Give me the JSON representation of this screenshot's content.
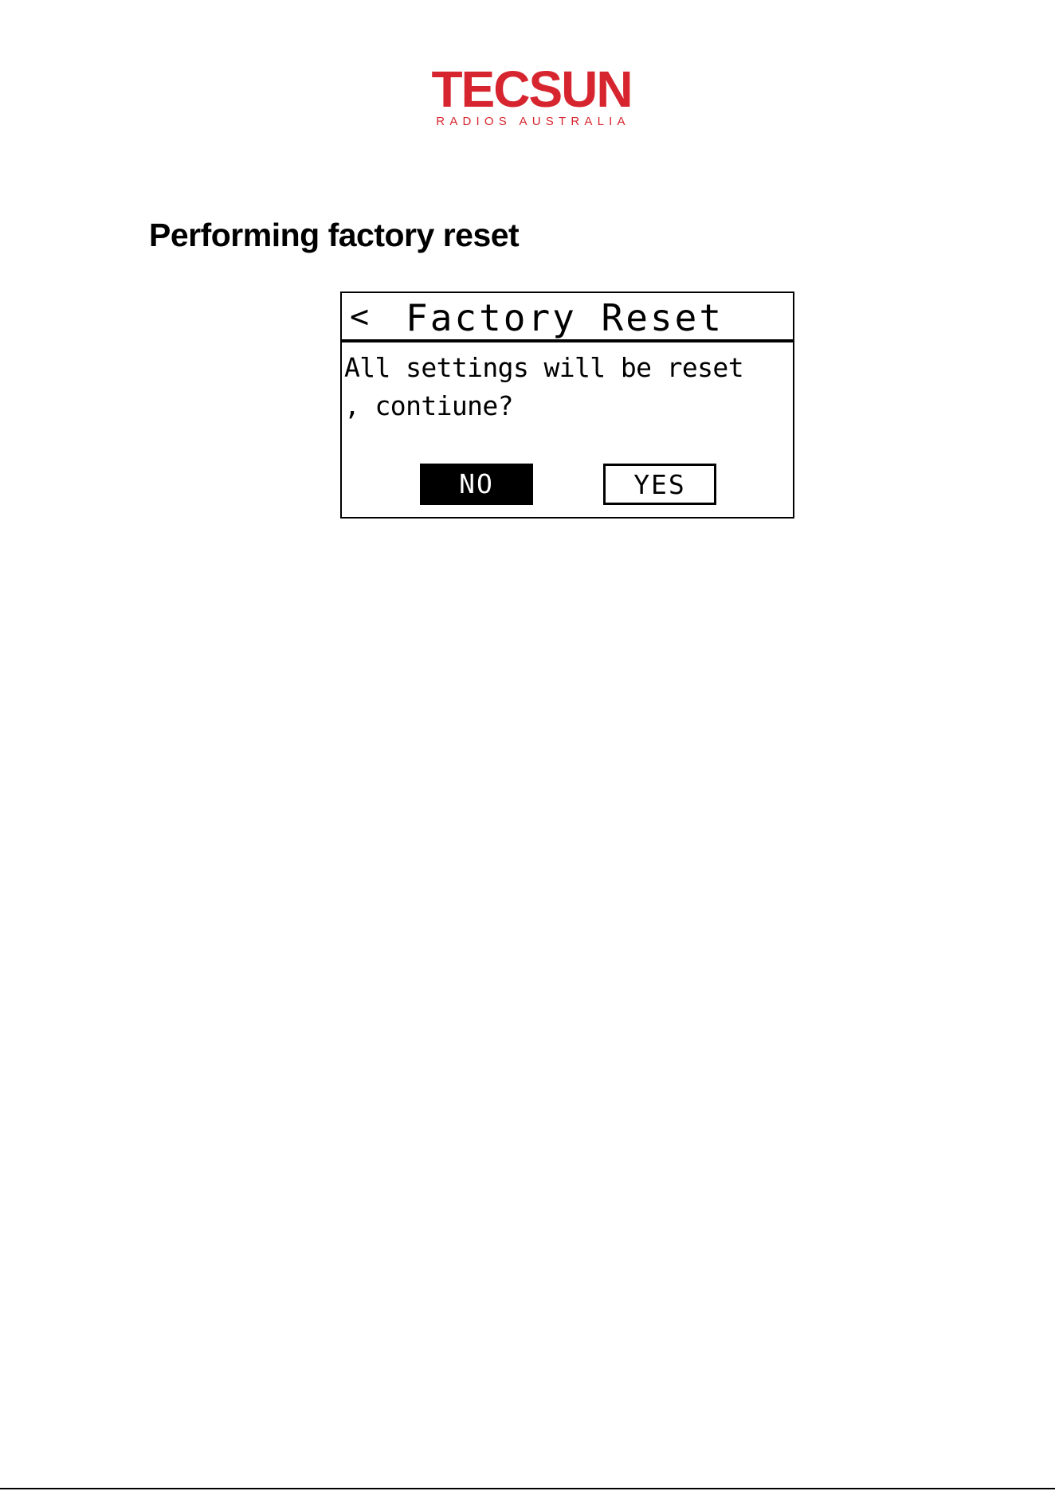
{
  "logo": {
    "brand": "TECSUN",
    "tagline": "RADIOS AUSTRALIA",
    "color": "#d7252f"
  },
  "page": {
    "title": "Performing factory reset"
  },
  "screen": {
    "back_icon": "chevron-left-icon",
    "back_glyph": "<",
    "title": "Factory Reset",
    "message_line1": "All settings will be reset",
    "message_line2": ", contiune?",
    "buttons": {
      "no_label": "NO",
      "yes_label": "YES",
      "selected": "NO"
    }
  }
}
